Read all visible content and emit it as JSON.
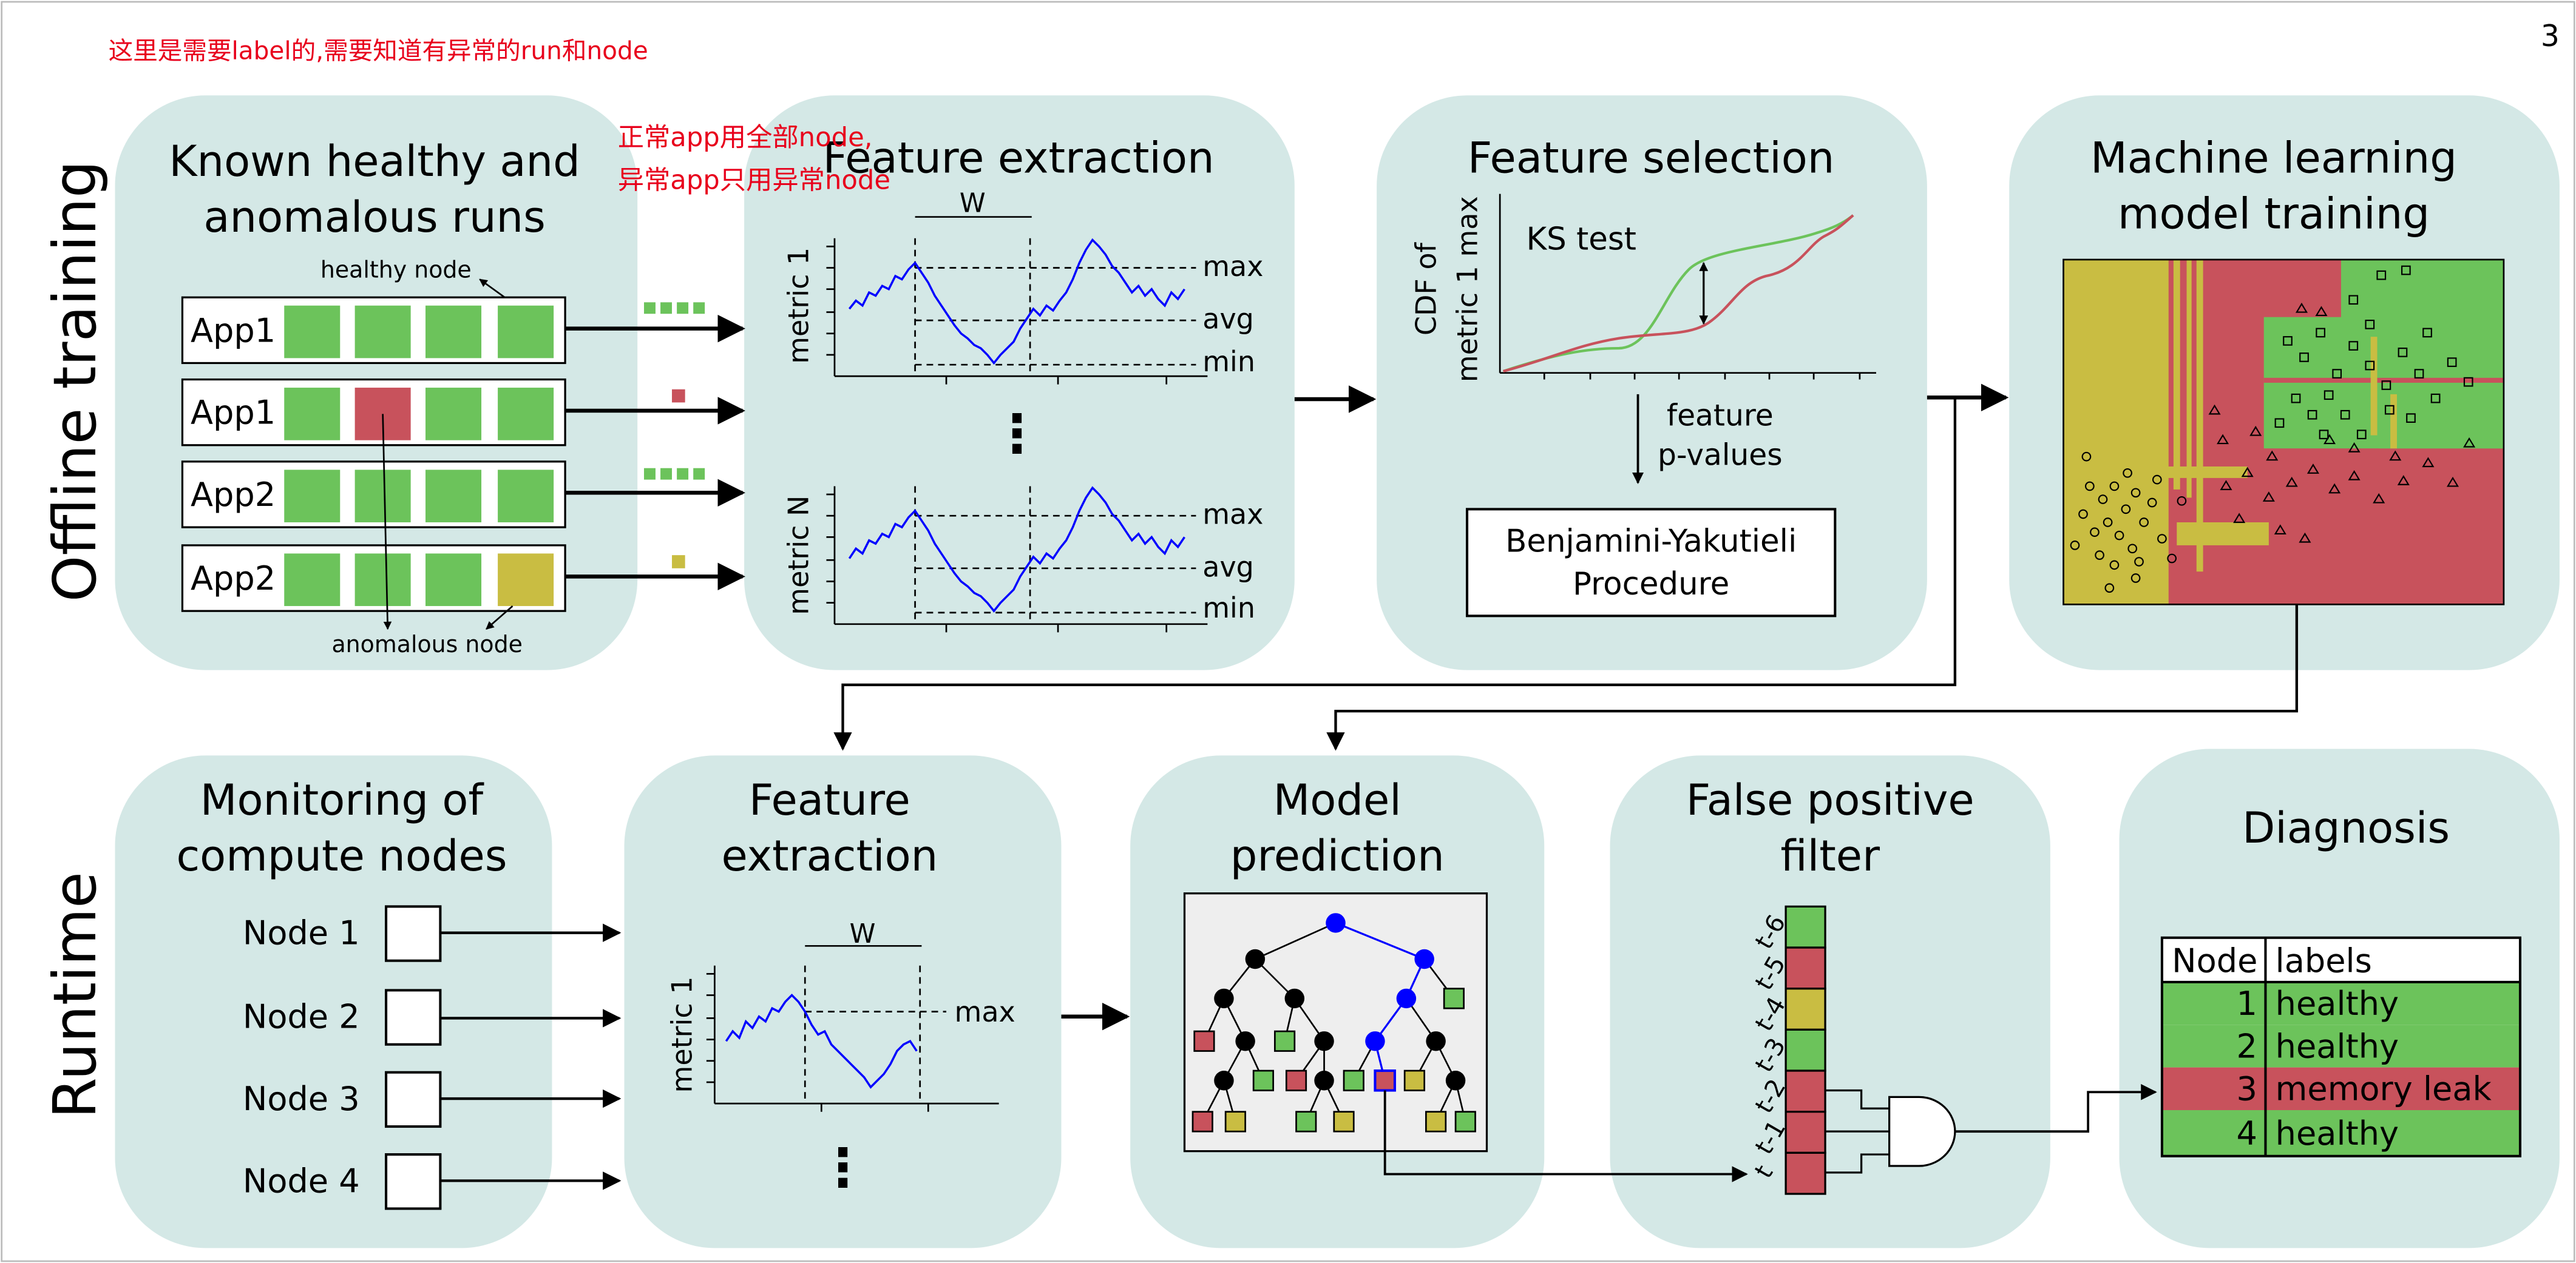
{
  "page_number": "3",
  "annotations": {
    "top_note": "这里是需要label的,需要知道有异常的run和node",
    "fe_note_1": "正常app用全部node,",
    "fe_note_2": "异常app只用异常node"
  },
  "rows": {
    "offline": "Offline training",
    "runtime": "Runtime"
  },
  "colors": {
    "panel": "#d4e8e6",
    "healthy": "#6cc35b",
    "anomaly_red": "#c8525c",
    "anomaly_yellow": "#c9bd42",
    "annotation": "#e8001c",
    "line_blue": "#0000ff"
  },
  "panel_known": {
    "title_1": "Known healthy and",
    "title_2": "anomalous runs",
    "healthy_node_label": "healthy node",
    "anomalous_node_label": "anomalous node",
    "apps": [
      {
        "label": "App1",
        "nodes": [
          "healthy",
          "healthy",
          "healthy",
          "healthy"
        ]
      },
      {
        "label": "App1",
        "nodes": [
          "healthy",
          "anomaly_red",
          "healthy",
          "healthy"
        ]
      },
      {
        "label": "App2",
        "nodes": [
          "healthy",
          "healthy",
          "healthy",
          "healthy"
        ]
      },
      {
        "label": "App2",
        "nodes": [
          "healthy",
          "healthy",
          "healthy",
          "anomaly_yellow"
        ]
      }
    ]
  },
  "panel_fe_offline": {
    "title": "Feature extraction",
    "window_label": "W",
    "metric_1_label": "metric 1",
    "metric_n_label": "metric N",
    "stat_labels": [
      "max",
      "avg",
      "min"
    ],
    "ellipsis": "⋮"
  },
  "panel_fs": {
    "title": "Feature selection",
    "ylabel_1": "CDF of",
    "ylabel_2": "metric 1 max",
    "test_label": "KS test",
    "output_1": "feature",
    "output_2": "p-values",
    "procedure_1": "Benjamini-Yakutieli",
    "procedure_2": "Procedure"
  },
  "panel_ml": {
    "title_1": "Machine learning",
    "title_2": "model training"
  },
  "panel_monitor": {
    "title_1": "Monitoring of",
    "title_2": "compute nodes",
    "nodes": [
      "Node 1",
      "Node 2",
      "Node 3",
      "Node 4"
    ]
  },
  "panel_fe_runtime": {
    "title_1": "Feature",
    "title_2": "extraction",
    "window_label": "W",
    "metric_label": "metric 1",
    "stat_label": "max",
    "ellipsis": "⋮"
  },
  "panel_pred": {
    "title_1": "Model",
    "title_2": "prediction"
  },
  "panel_fp": {
    "title_1": "False positive",
    "title_2": "filter",
    "time_labels": [
      "t-6",
      "t-5",
      "t-4",
      "t-3",
      "t-2",
      "t-1",
      "t"
    ],
    "time_states": [
      "healthy",
      "anomaly_red",
      "anomaly_yellow",
      "healthy",
      "anomaly_red",
      "anomaly_red",
      "anomaly_red"
    ]
  },
  "panel_diag": {
    "title": "Diagnosis",
    "col_node": "Node",
    "col_labels": "labels",
    "rows": [
      {
        "node": "1",
        "label": "healthy",
        "state": "healthy"
      },
      {
        "node": "2",
        "label": "healthy",
        "state": "healthy"
      },
      {
        "node": "3",
        "label": "memory leak",
        "state": "anomaly_red"
      },
      {
        "node": "4",
        "label": "healthy",
        "state": "healthy"
      }
    ]
  }
}
